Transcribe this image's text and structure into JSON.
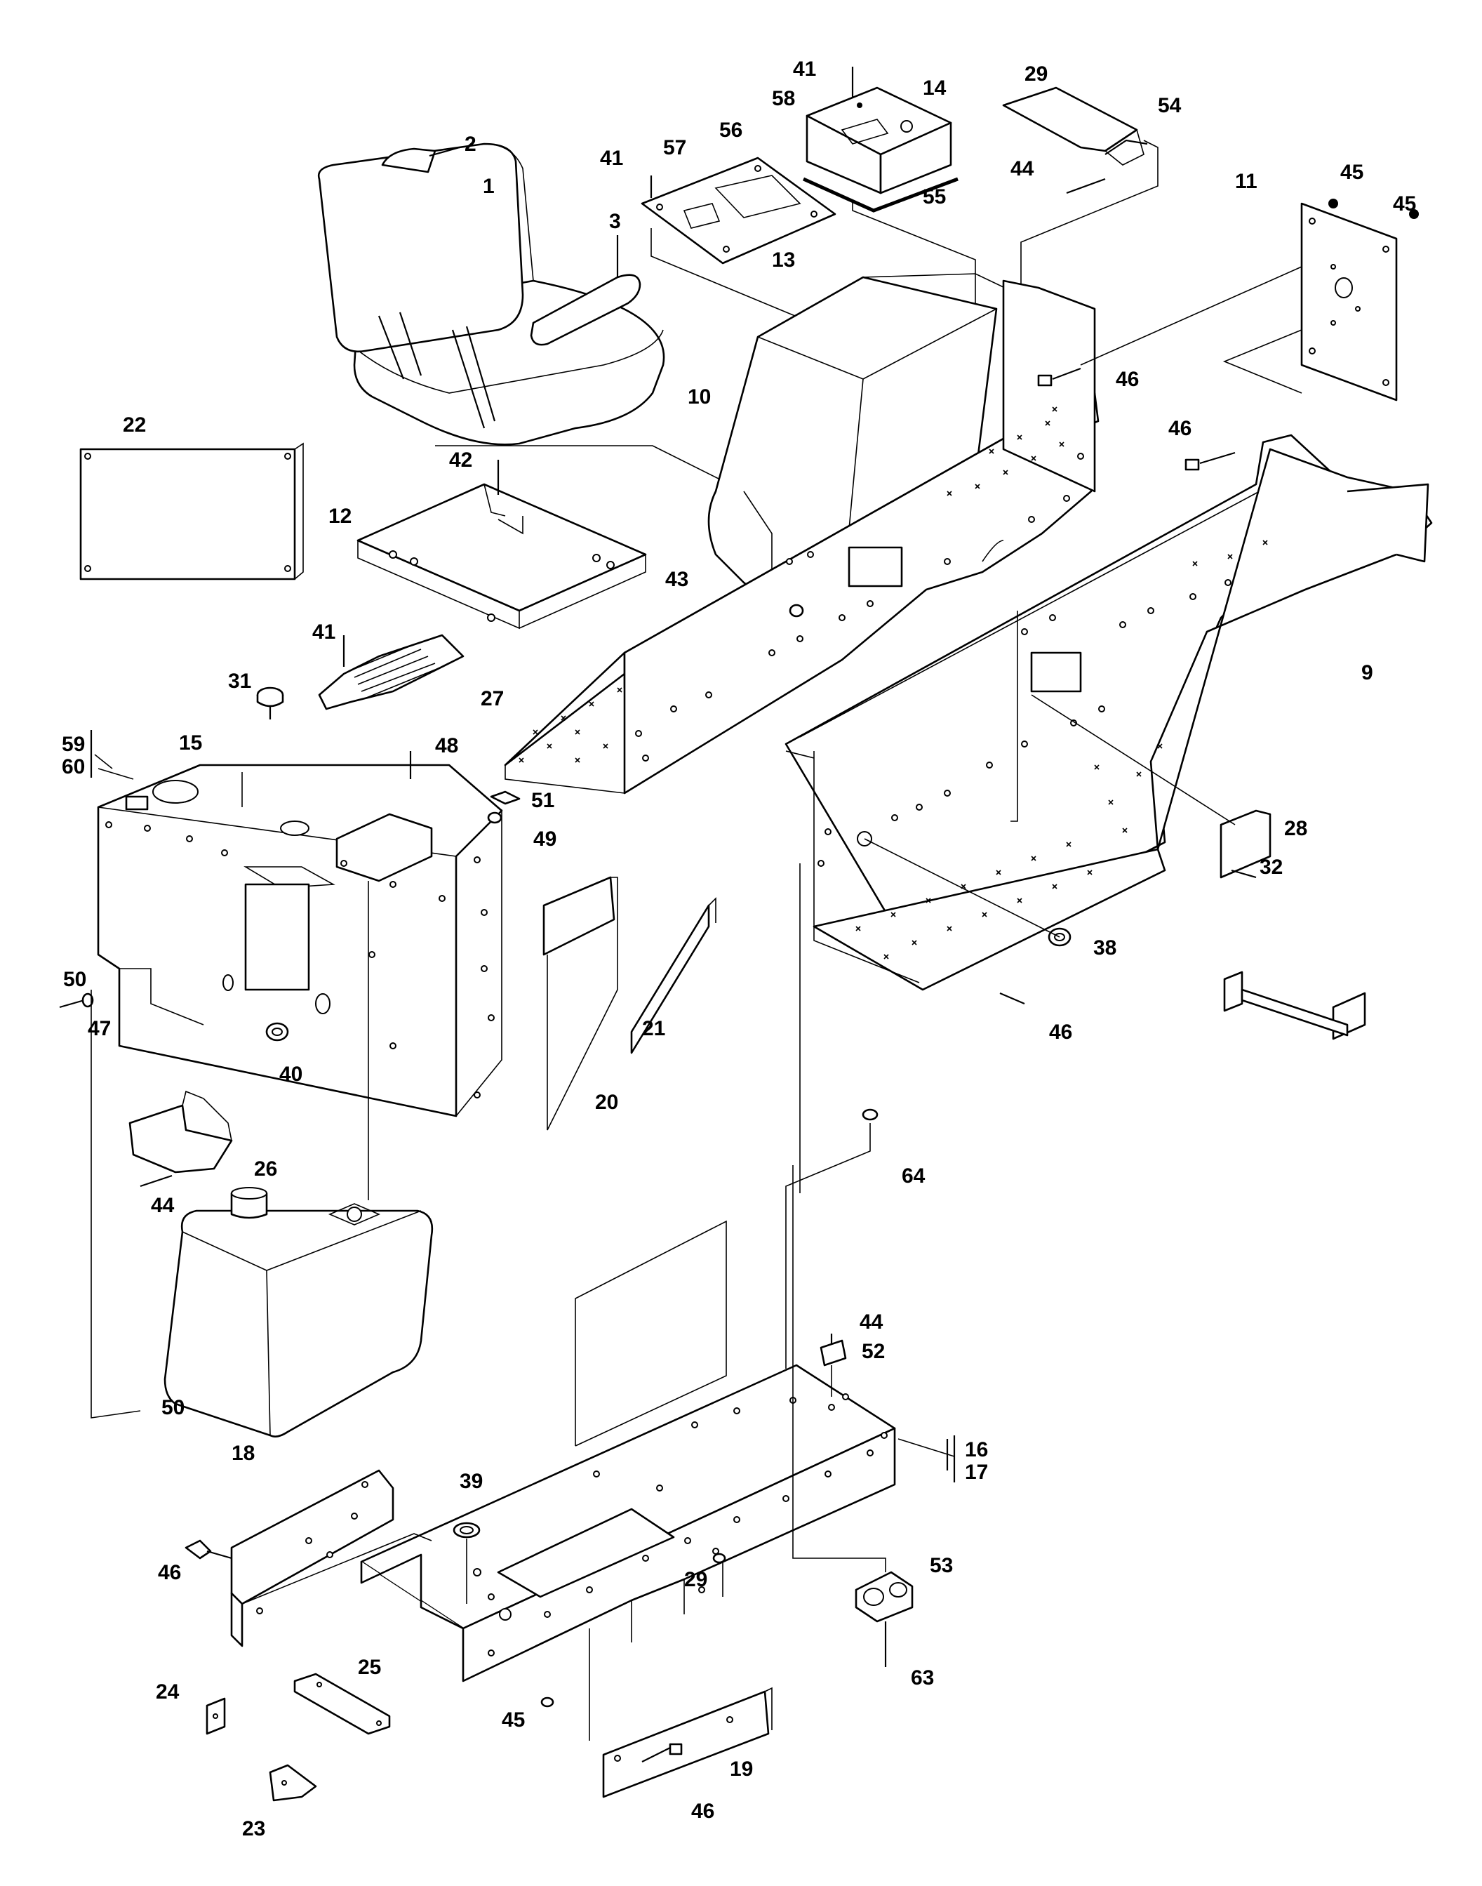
{
  "diagram": {
    "callouts": [
      {
        "id": "c2",
        "text": "2"
      },
      {
        "id": "c1",
        "text": "1"
      },
      {
        "id": "c3",
        "text": "3"
      },
      {
        "id": "c41a",
        "text": "41"
      },
      {
        "id": "c41b",
        "text": "41"
      },
      {
        "id": "c41c",
        "text": "41"
      },
      {
        "id": "c57",
        "text": "57"
      },
      {
        "id": "c56",
        "text": "56"
      },
      {
        "id": "c13",
        "text": "13"
      },
      {
        "id": "c58",
        "text": "58"
      },
      {
        "id": "c14",
        "text": "14"
      },
      {
        "id": "c55",
        "text": "55"
      },
      {
        "id": "c29a",
        "text": "29"
      },
      {
        "id": "c54",
        "text": "54"
      },
      {
        "id": "c44a",
        "text": "44"
      },
      {
        "id": "c11",
        "text": "11"
      },
      {
        "id": "c45a",
        "text": "45"
      },
      {
        "id": "c45b",
        "text": "45"
      },
      {
        "id": "c46a",
        "text": "46"
      },
      {
        "id": "c46b",
        "text": "46"
      },
      {
        "id": "c10",
        "text": "10"
      },
      {
        "id": "c22",
        "text": "22"
      },
      {
        "id": "c42",
        "text": "42"
      },
      {
        "id": "c12",
        "text": "12"
      },
      {
        "id": "c43",
        "text": "43"
      },
      {
        "id": "c9",
        "text": "9"
      },
      {
        "id": "c27",
        "text": "27"
      },
      {
        "id": "c31",
        "text": "31"
      },
      {
        "id": "c59",
        "text": "59"
      },
      {
        "id": "c60",
        "text": "60"
      },
      {
        "id": "c15",
        "text": "15"
      },
      {
        "id": "c48",
        "text": "48"
      },
      {
        "id": "c51",
        "text": "51"
      },
      {
        "id": "c49",
        "text": "49"
      },
      {
        "id": "c28",
        "text": "28"
      },
      {
        "id": "c32",
        "text": "32"
      },
      {
        "id": "c38",
        "text": "38"
      },
      {
        "id": "c46c",
        "text": "46"
      },
      {
        "id": "c50a",
        "text": "50"
      },
      {
        "id": "c47",
        "text": "47"
      },
      {
        "id": "c40",
        "text": "40"
      },
      {
        "id": "c21",
        "text": "21"
      },
      {
        "id": "c20",
        "text": "20"
      },
      {
        "id": "c26",
        "text": "26"
      },
      {
        "id": "c44b",
        "text": "44"
      },
      {
        "id": "c64",
        "text": "64"
      },
      {
        "id": "c44c",
        "text": "44"
      },
      {
        "id": "c52",
        "text": "52"
      },
      {
        "id": "c16",
        "text": "16"
      },
      {
        "id": "c17",
        "text": "17"
      },
      {
        "id": "c50b",
        "text": "50"
      },
      {
        "id": "c18",
        "text": "18"
      },
      {
        "id": "c39",
        "text": "39"
      },
      {
        "id": "c46d",
        "text": "46"
      },
      {
        "id": "c29b",
        "text": "29"
      },
      {
        "id": "c53",
        "text": "53"
      },
      {
        "id": "c24",
        "text": "24"
      },
      {
        "id": "c25",
        "text": "25"
      },
      {
        "id": "c45c",
        "text": "45"
      },
      {
        "id": "c19",
        "text": "19"
      },
      {
        "id": "c63",
        "text": "63"
      },
      {
        "id": "c23",
        "text": "23"
      },
      {
        "id": "c46e",
        "text": "46"
      }
    ]
  }
}
